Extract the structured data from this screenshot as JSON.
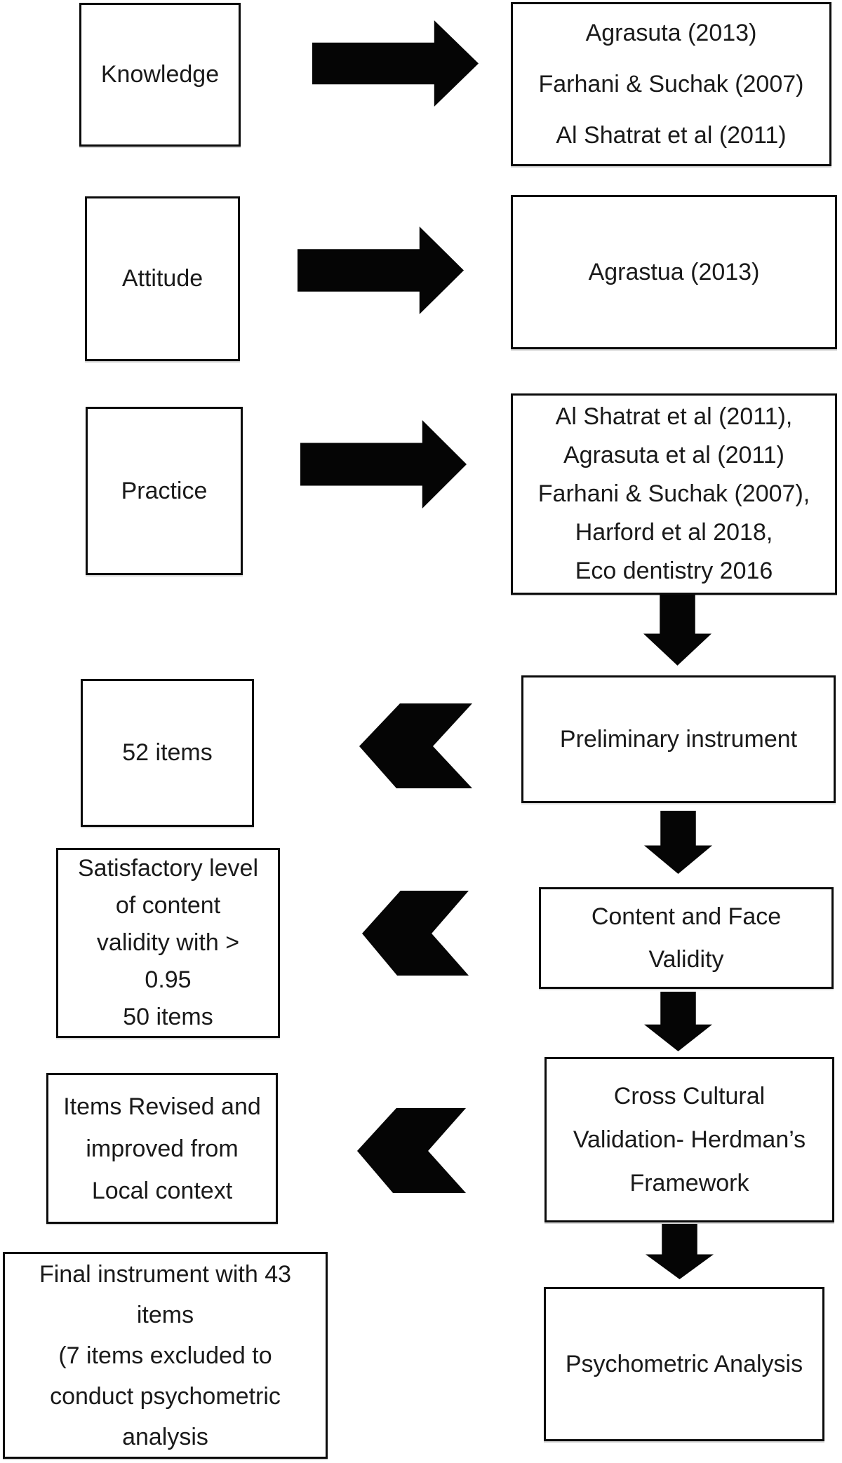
{
  "figure": {
    "type": "flowchart",
    "background": "#ffffff",
    "ink_color": "#050505",
    "border_color": "#0b0b0b"
  },
  "boxes": {
    "knowledge": {
      "text": "Knowledge"
    },
    "refs_knowledge": {
      "text": "Agrasuta (2013)\nFarhani & Suchak (2007)\nAl Shatrat et al (2011)"
    },
    "attitude": {
      "text": "Attitude"
    },
    "refs_attitude": {
      "text": "Agrastua (2013)"
    },
    "practice": {
      "text": "Practice"
    },
    "refs_practice": {
      "text": "Al Shatrat et al (2011),\nAgrasuta et al (2011)\nFarhani & Suchak (2007),\nHarford et al 2018,\nEco dentistry 2016"
    },
    "items52": {
      "text": "52 items"
    },
    "preliminary": {
      "text": "Preliminary instrument"
    },
    "satisfactory": {
      "text": "Satisfactory level\nof content\nvalidity with >\n0.95\n50 items"
    },
    "content_face": {
      "text": "Content and Face\nValidity"
    },
    "items_revised": {
      "text": "Items Revised and\nimproved from\nLocal context"
    },
    "cross_cultural": {
      "text": "Cross Cultural\nValidation- Herdman’s\nFramework"
    },
    "final_instrument": {
      "text": "Final instrument with 43\nitems\n(7 items excluded to\nconduct psychometric\nanalysis"
    },
    "psychometric": {
      "text": "Psychometric Analysis"
    }
  },
  "edges": [
    {
      "from": "knowledge",
      "to": "refs_knowledge",
      "arrow": "right"
    },
    {
      "from": "attitude",
      "to": "refs_attitude",
      "arrow": "right"
    },
    {
      "from": "practice",
      "to": "refs_practice",
      "arrow": "right"
    },
    {
      "from": "refs_practice",
      "to": "preliminary",
      "arrow": "down"
    },
    {
      "from": "preliminary",
      "to": "items52",
      "arrow": "chevron-left"
    },
    {
      "from": "preliminary",
      "to": "content_face",
      "arrow": "down"
    },
    {
      "from": "content_face",
      "to": "satisfactory",
      "arrow": "chevron-left"
    },
    {
      "from": "content_face",
      "to": "cross_cultural",
      "arrow": "down"
    },
    {
      "from": "cross_cultural",
      "to": "items_revised",
      "arrow": "chevron-left"
    },
    {
      "from": "cross_cultural",
      "to": "psychometric",
      "arrow": "down"
    }
  ],
  "icons": {
    "arrow_right": "solid right-pointing block arrow",
    "arrow_down": "solid down-pointing block arrow",
    "chevron_left": "solid left-pointing chevron arrow"
  }
}
